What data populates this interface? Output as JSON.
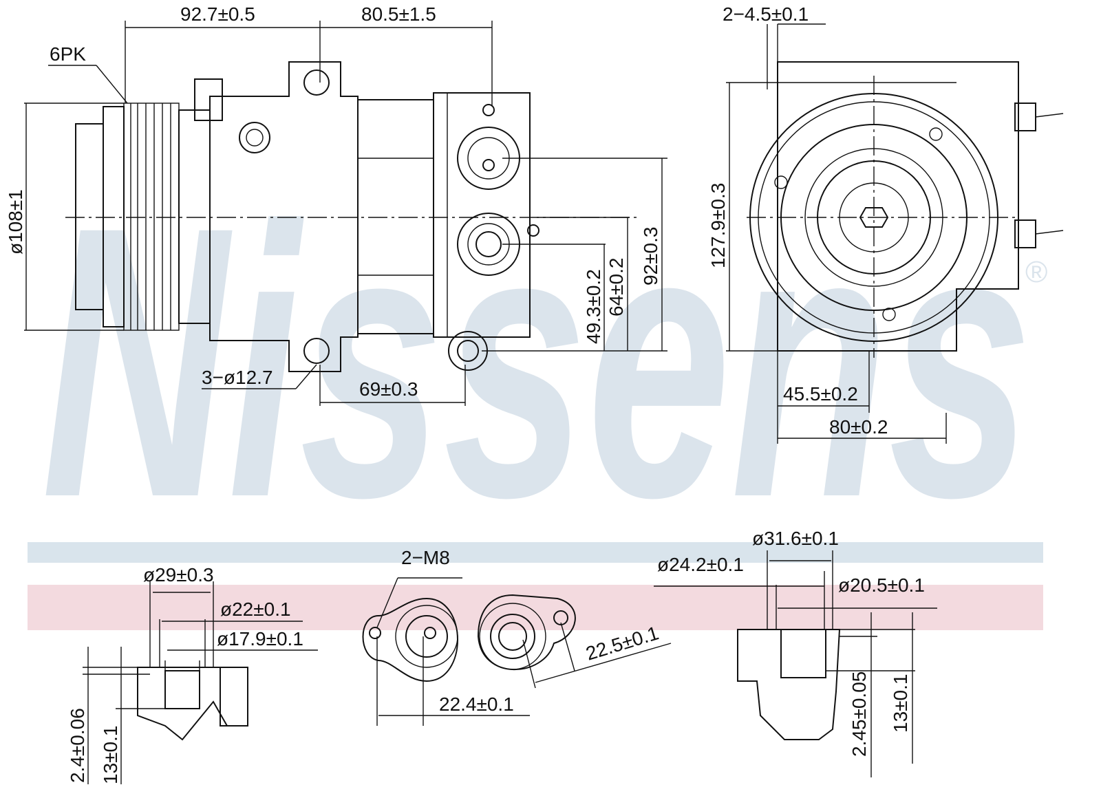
{
  "watermark": {
    "brand": "Nissens",
    "registered": "®"
  },
  "colors": {
    "band_blue": "#d9e4ec",
    "band_pink": "#f3dadf",
    "watermark": "#dbe4ec",
    "line": "#111111"
  },
  "side_view": {
    "belt": "6PK",
    "pulley_diameter": "ø108±1",
    "len_a": "92.7±0.5",
    "len_b": "80.5±1.5",
    "mount_holes": "3−ø12.7",
    "hole_spacing": "69±0.3",
    "h1": "49.3±0.2",
    "h2": "64±0.2",
    "h3": "92±0.3"
  },
  "front_view": {
    "ear_width": "2−4.5±0.1",
    "height": "127.9±0.3",
    "w1": "45.5±0.2",
    "w2": "80±0.2"
  },
  "detail_left": {
    "d1": "ø29±0.3",
    "d2": "ø22±0.1",
    "d3": "ø17.9±0.1",
    "depth1": "2.4±0.06",
    "depth2": "13±0.1"
  },
  "detail_mid": {
    "thread": "2−M8",
    "spacing1": "22.4±0.1",
    "spacing2": "22.5±0.1"
  },
  "detail_right": {
    "d1": "ø31.6±0.1",
    "d2": "ø24.2±0.1",
    "d3": "ø20.5±0.1",
    "depth1": "2.45±0.05",
    "depth2": "13±0.1"
  }
}
